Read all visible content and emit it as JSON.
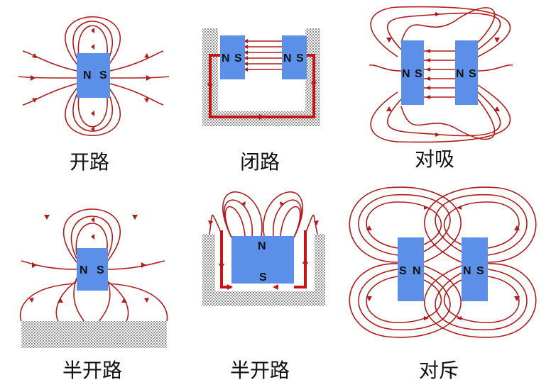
{
  "colors": {
    "magnet": "#5b8fe8",
    "field_line": "#b01c1c",
    "steel_texture": "#9a9a9a",
    "background": "#ffffff"
  },
  "panels": [
    {
      "caption": "开路",
      "poles": [
        "N",
        "S"
      ]
    },
    {
      "caption": "闭路",
      "poles": [
        "N",
        "S",
        "N",
        "S"
      ]
    },
    {
      "caption": "对吸",
      "poles": [
        "N",
        "S",
        "N",
        "S"
      ]
    },
    {
      "caption": "半开路",
      "poles": [
        "N",
        "S"
      ]
    },
    {
      "caption": "半开路",
      "poles": [
        "N",
        "S"
      ]
    },
    {
      "caption": "对斥",
      "poles": [
        "S",
        "N",
        "N",
        "S"
      ]
    }
  ]
}
